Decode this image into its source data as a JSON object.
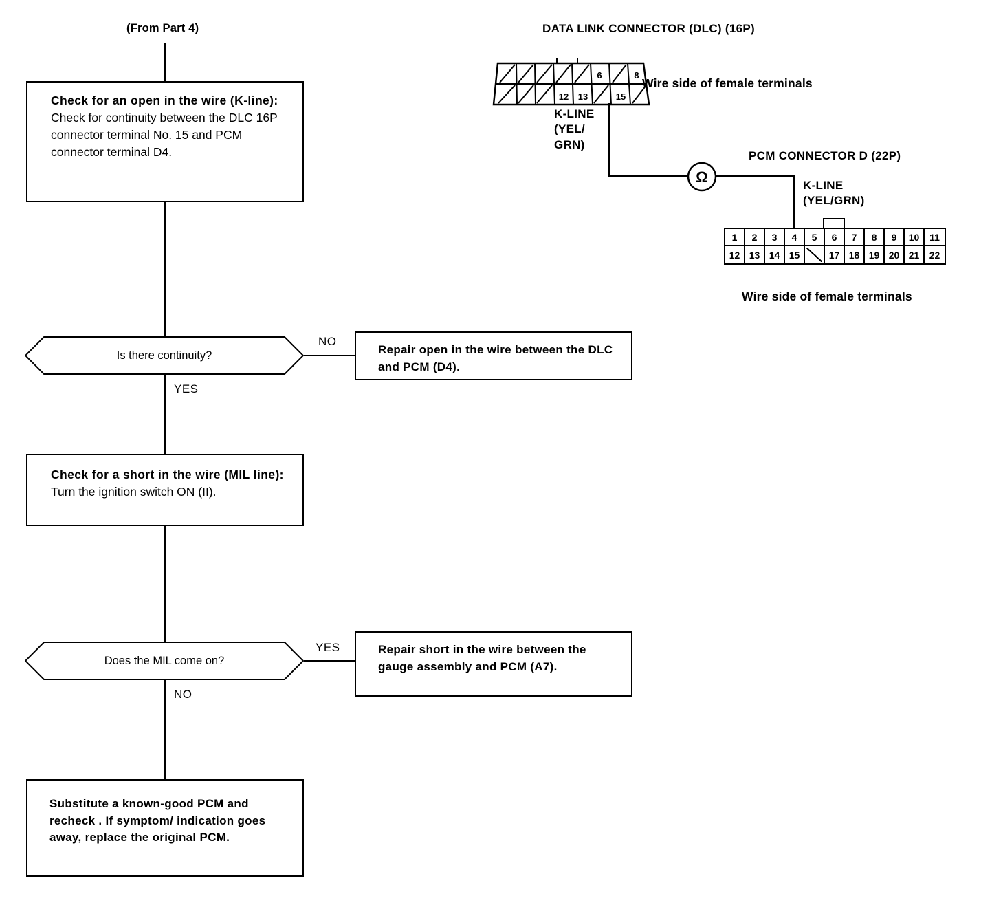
{
  "flow": {
    "entry_note": "(From Part 4)",
    "step1": {
      "title": "Check for an open in the wire (K-line):",
      "body": "Check for continuity between the DLC 16P connector terminal No. 15 and PCM connector terminal D4."
    },
    "decision1": {
      "question": "Is there continuity?",
      "branch_no": "NO",
      "branch_yes": "YES"
    },
    "action1": "Repair open in the wire between the DLC and PCM (D4).",
    "step2": {
      "title": "Check for a short in the wire (MIL line):",
      "body": "Turn the ignition switch ON (II)."
    },
    "decision2": {
      "question": "Does the MIL come on?",
      "branch_yes": "YES",
      "branch_no": "NO"
    },
    "action2": "Repair short in the wire between the gauge assembly and PCM (A7).",
    "final": "Substitute a known-good PCM and recheck . If symptom/ indication goes away, replace the original PCM."
  },
  "diagram": {
    "dlc": {
      "title": "DATA LINK CONNECTOR (DLC) (16P)",
      "note": "Wire side of female terminals",
      "wire_label": "K-LINE (YEL/ GRN)",
      "wire_label_lines": [
        "K-LINE",
        "(YEL/",
        "GRN)"
      ],
      "top_row": [
        "",
        "",
        "",
        "",
        "",
        "6",
        "",
        "8"
      ],
      "bottom_row": [
        "",
        "",
        "",
        "12",
        "13",
        "",
        "15",
        ""
      ]
    },
    "meter": {
      "symbol": "Ω",
      "name": "ohmmeter"
    },
    "pcm": {
      "title": "PCM CONNECTOR D (22P)",
      "note": "Wire side of female terminals",
      "wire_label_lines": [
        "K-LINE",
        "(YEL/GRN)"
      ],
      "top_row": [
        "1",
        "2",
        "3",
        "4",
        "5",
        "6",
        "7",
        "8",
        "9",
        "10",
        "11"
      ],
      "bottom_row": [
        "12",
        "13",
        "14",
        "15",
        "",
        "17",
        "18",
        "19",
        "20",
        "21",
        "22"
      ],
      "blank_index": 4
    }
  },
  "colors": {
    "ink": "#000000",
    "paper": "#ffffff"
  }
}
